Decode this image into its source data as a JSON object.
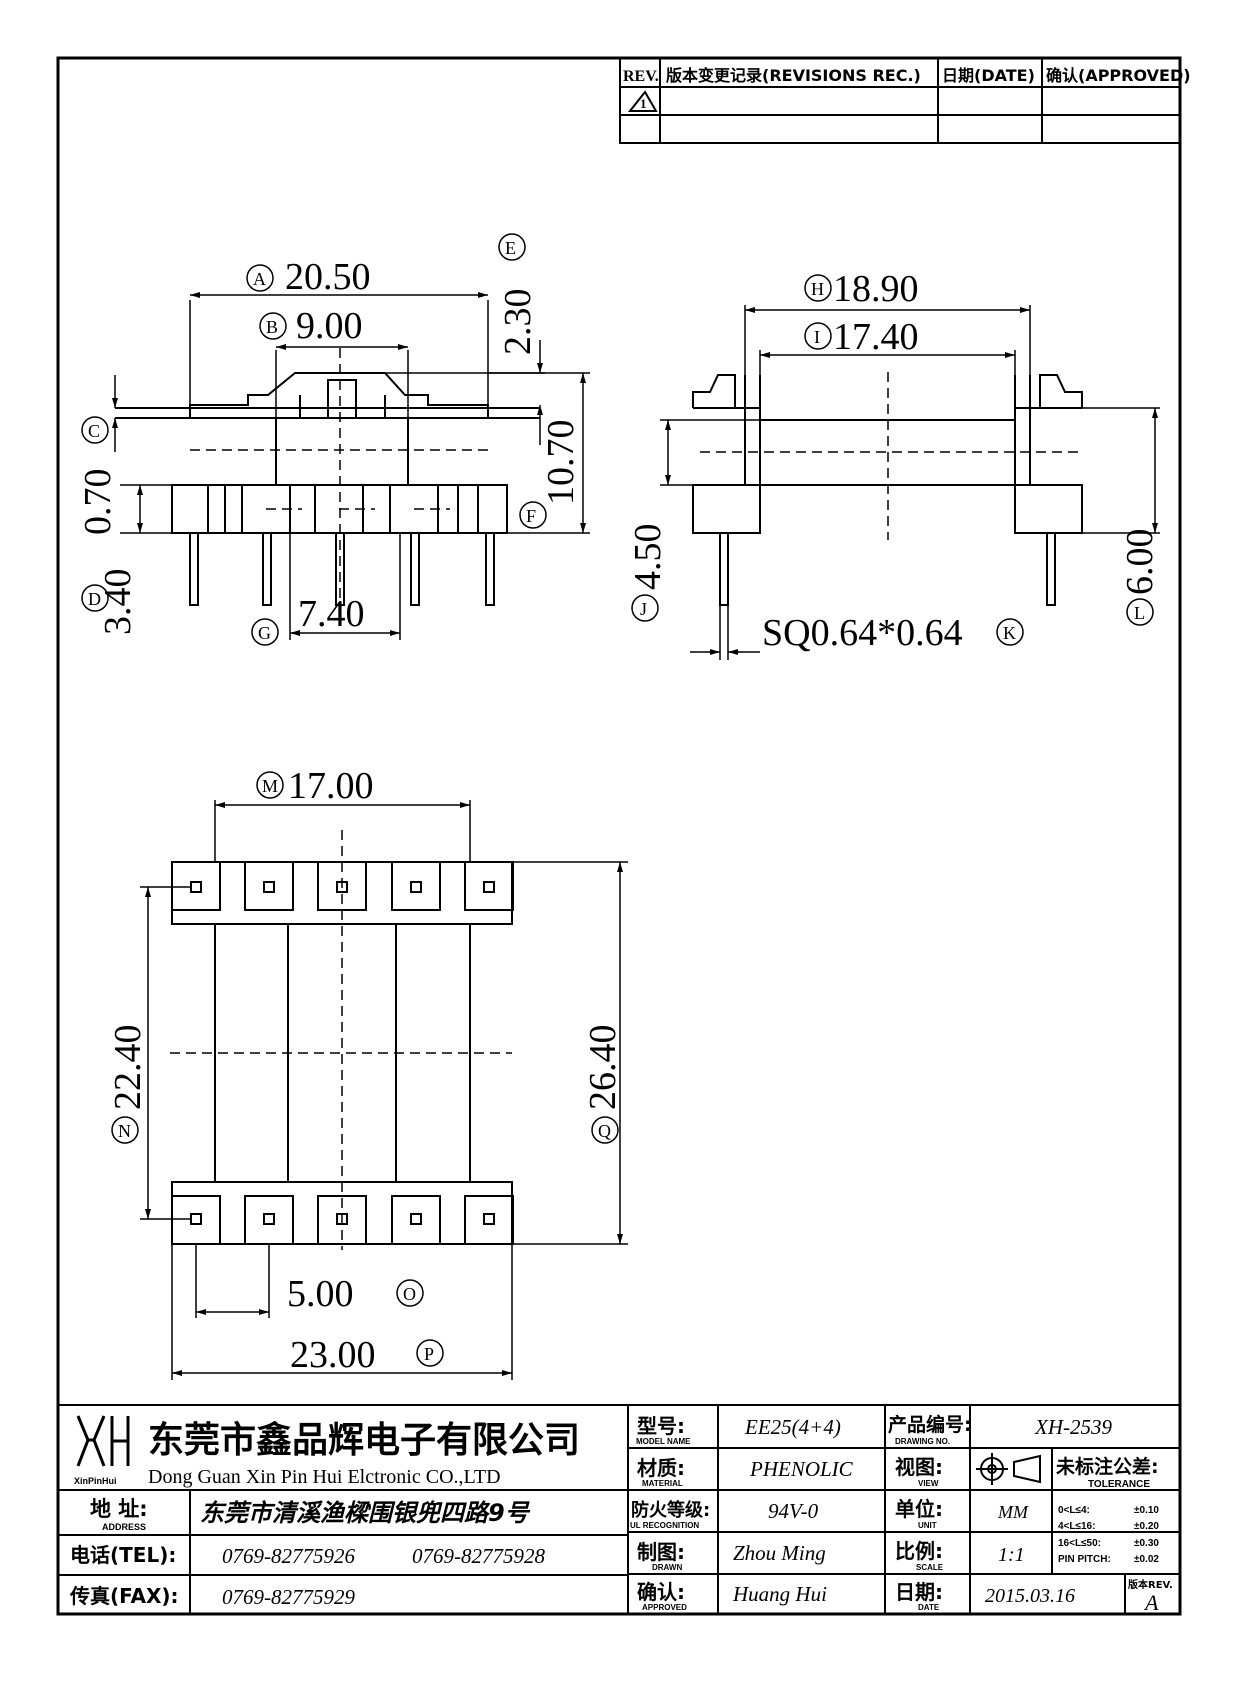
{
  "revision_block": {
    "rev_header": "REV.",
    "record_header": "版本变更记录(REVISIONS REC.)",
    "date_header": "日期(DATE)",
    "approved_header": "确认(APPROVED)",
    "rev_mark": "1"
  },
  "dimensions": {
    "A": {
      "letter": "A",
      "value": "20.50"
    },
    "B": {
      "letter": "B",
      "value": "9.00"
    },
    "C": {
      "letter": "C",
      "value": "0.70"
    },
    "D": {
      "letter": "D",
      "value": "3.40"
    },
    "E": {
      "letter": "E",
      "value": "2.30"
    },
    "F": {
      "letter": "F",
      "value": "10.70"
    },
    "G": {
      "letter": "G",
      "value": "7.40"
    },
    "H": {
      "letter": "H",
      "value": "18.90"
    },
    "I": {
      "letter": "I",
      "value": "17.40"
    },
    "J": {
      "letter": "J",
      "value": "4.50"
    },
    "K": {
      "letter": "K",
      "value": "SQ0.64*0.64"
    },
    "L": {
      "letter": "L",
      "value": "6.00"
    },
    "M": {
      "letter": "M",
      "value": "17.00"
    },
    "N": {
      "letter": "N",
      "value": "22.40"
    },
    "O": {
      "letter": "O",
      "value": "5.00"
    },
    "P": {
      "letter": "P",
      "value": "23.00"
    },
    "Q": {
      "letter": "Q",
      "value": "26.40"
    }
  },
  "title_block": {
    "company_cn": "东莞市鑫品辉电子有限公司",
    "company_en": "Dong Guan Xin Pin Hui Elctronic CO.,LTD",
    "logo_text": "XinPinHui",
    "address_label": "地 址:",
    "address_label_en": "ADDRESS",
    "address_value": "东莞市清溪渔樑围银兜四路9号",
    "tel_label": "电话(TEL):",
    "tel_value_1": "0769-82775926",
    "tel_value_2": "0769-82775928",
    "fax_label": "传真(FAX):",
    "fax_value": "0769-82775929",
    "model_label": "型号:",
    "model_label_en": "MODEL NAME",
    "model_value": "EE25(4+4)",
    "material_label": "材质:",
    "material_label_en": "MATERIAL",
    "material_value": "PHENOLIC",
    "fire_label": "防火等级:",
    "fire_label_en": "UL RECOGNITION",
    "fire_value": "94V-0",
    "drawn_label": "制图:",
    "drawn_label_en": "DRAWN",
    "drawn_value": "Zhou Ming",
    "approved_label": "确认:",
    "approved_label_en": "APPROVED",
    "approved_value": "Huang Hui",
    "drawing_no_label": "产品编号:",
    "drawing_no_label_en": "DRAWING NO.",
    "drawing_no_value": "XH-2539",
    "view_label": "视图:",
    "view_label_en": "VIEW",
    "unit_label": "单位:",
    "unit_label_en": "UNIT",
    "unit_value": "MM",
    "scale_label": "比例:",
    "scale_label_en": "SCALE",
    "scale_value": "1:1",
    "date_label": "日期:",
    "date_label_en": "DATE",
    "date_value": "2015.03.16",
    "rev_label": "版本REV.",
    "rev_value": "A",
    "tolerance_label": "未标注公差:",
    "tolerance_label_en": "TOLERANCE",
    "tolerances": [
      {
        "range": "0<L≤4:",
        "value": "±0.10"
      },
      {
        "range": "4<L≤16:",
        "value": "±0.20"
      },
      {
        "range": "16<L≤50:",
        "value": "±0.30"
      },
      {
        "range": "PIN PITCH:",
        "value": "±0.02"
      }
    ]
  }
}
